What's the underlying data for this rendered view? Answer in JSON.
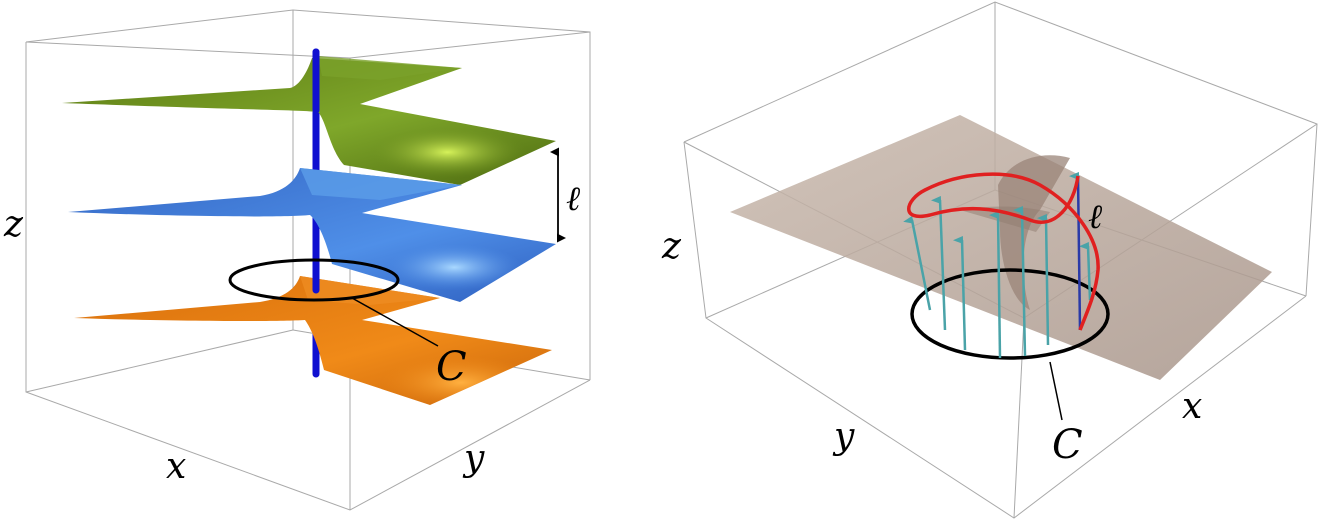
{
  "left_panel": {
    "axis_x": "x",
    "axis_y": "y",
    "axis_z": "z",
    "loop_label": "C",
    "spacing_label": "ℓ",
    "colors": {
      "top_sheet": "#6b8e1e",
      "middle_sheet": "#3f78d8",
      "bottom_sheet": "#e07a10",
      "vortex_line": "#1010d0"
    }
  },
  "right_panel": {
    "axis_x": "x",
    "axis_y": "y",
    "axis_z": "z",
    "loop_label": "C",
    "spacing_label": "ℓ",
    "colors": {
      "surface": "#b9a79a",
      "lifted_curve": "#e02020",
      "arrows": "#4aa3a8",
      "last_arrow": "#2a3aa8"
    }
  }
}
